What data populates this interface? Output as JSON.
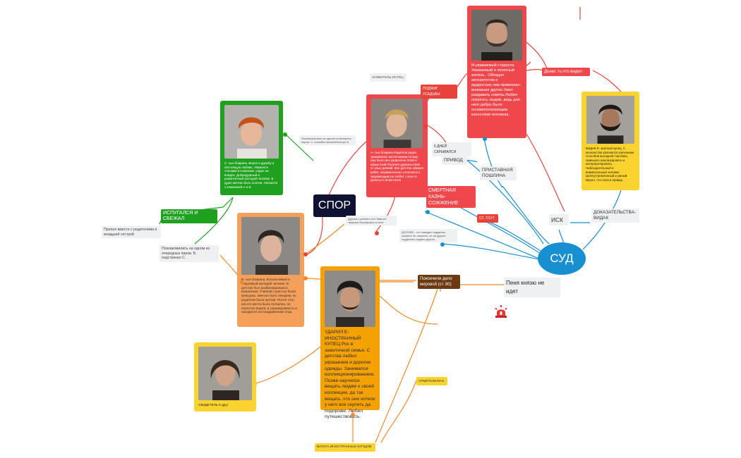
{
  "palette": {
    "red": "#f0474d",
    "green": "#1fa11f",
    "orange": "#f5a05a",
    "gold": "#f5a201",
    "yellow": "#fad32e",
    "blue": "#178fd0",
    "brown": "#6b3a12",
    "navy": "#0e1232",
    "grey": "#eef0f2",
    "edge_red": "#e8423a",
    "edge_green": "#1fa11f",
    "edge_orange": "#f08a2a",
    "edge_blue": "#1a8fd0"
  },
  "center": {
    "label": "СПОР"
  },
  "court": {
    "label": "СУД"
  },
  "cards": {
    "elder": {
      "text": "И-уважаемый староста. Уважаемый и почетный житель.  Обладал авторитетом и мудростью,чем привлекал внимания других.Умел раздавать советы.Любил помогать людям ,ведь для него добро было основополагающим качеством человека."
    },
    "a": {
      "text": "А- сын боярина.Родители редко занимались воспитанием,потому ему было все дозволено.Злой и корыстный.Получил удовольствие от злых деяний. Все детство обижал ребят, неуважительно относился к окружающим.Не любит с кем-то делиться.Эгоистичен."
    },
    "c": {
      "text": "С- сын боярина .Верен в дружбу и настоящую любовь. Уважался членами в компании ,ходил на вождях .Добродушный и романтичный молодой человек. В душе мечтал быть поэтом. Связался с компанией А и Б."
    },
    "b": {
      "text": "Б- сын боярина. Вспыльчивый и сварливый молодой человек. В детстве был разбалованным и капризным. Главной страстью были женщины. Мечтал быть лекарем, но родители были против. После того, как его мечта была потеряна, он перестал верить в справедливость и находился на поздравлении отца."
    },
    "e": {
      "text": "УДАРИЛ Е- ИНОСТРАННЫЙ КУПЕЦ Рос в зажиточной семье. С детства любил украшения и дорогие одежды. Занимался коллекционированием. Позже научился вещать людям о своей коллекции, да так вещать ,что они хотели у него все скупить да подороже. Любил путешествовать."
    },
    "witness": {
      "text": "СВИДЕТЕЛЬ К-друг"
    },
    "vidak": {
      "text": "ВИДАК К- знатный купец. С юношества увлекался изучением способов выгодной торговли, привыкло анализировать и интерпретировать. Наблюдательный и внимательный человек. Целеустремленный и умный. Верил, что сила в правде."
    }
  },
  "tags": {
    "podzhig": "ПОДЖИГ УСАДЬБЫ",
    "donos": "Донес то,что видел",
    "smert": "СМЕРТНАЯ КАЗНЬ-\nСОЖЖЕНИЕ",
    "st116": "СТ. 7/1У7",
    "ispug": "ИСПУГАЛСЯ И СБЕЖАЛ",
    "pokonchili": "Покончили дело\nмировой (ст. 80)",
    "otmetili": "ОТМЕТЕЛИЛИ Б",
    "vataga": "ВАТАГА ИНОСТРАННЫХ КУПЦОВ",
    "penya": "Пеня князю не\nидет",
    "privod": "ПРИВОД",
    "pristav": "ПРИСТАВНАЯ\nПОШЛИНА",
    "isk": "ИСК",
    "dokaz": "ДОКАЗАТЕЛЬСТВА-\nВИДАК",
    "six_days": "6 ДНЕЙ СКРЫВАЛСЯ"
  },
  "notes": {
    "zaivit": "ЗАЯВИТЕЛЬ-ИСТЕЦ",
    "c_note": "Познакомились на одном из вечерних пиров. С. полюбил возлюбленную Б.",
    "fled": "Пропал вместе с родителями и младшей сестрой",
    "b_note": "Познакомились на одном из очередных пиров. Б. подстрекал С.",
    "friends": "Друзья с раннего лет. Вместе творили безобразия в селе",
    "court_note": "ДОЗ'НЕБ - тот самодел подделок, скажете не оперено, но не других подделать ездили дорого"
  },
  "siren_icon": "siren-icon"
}
